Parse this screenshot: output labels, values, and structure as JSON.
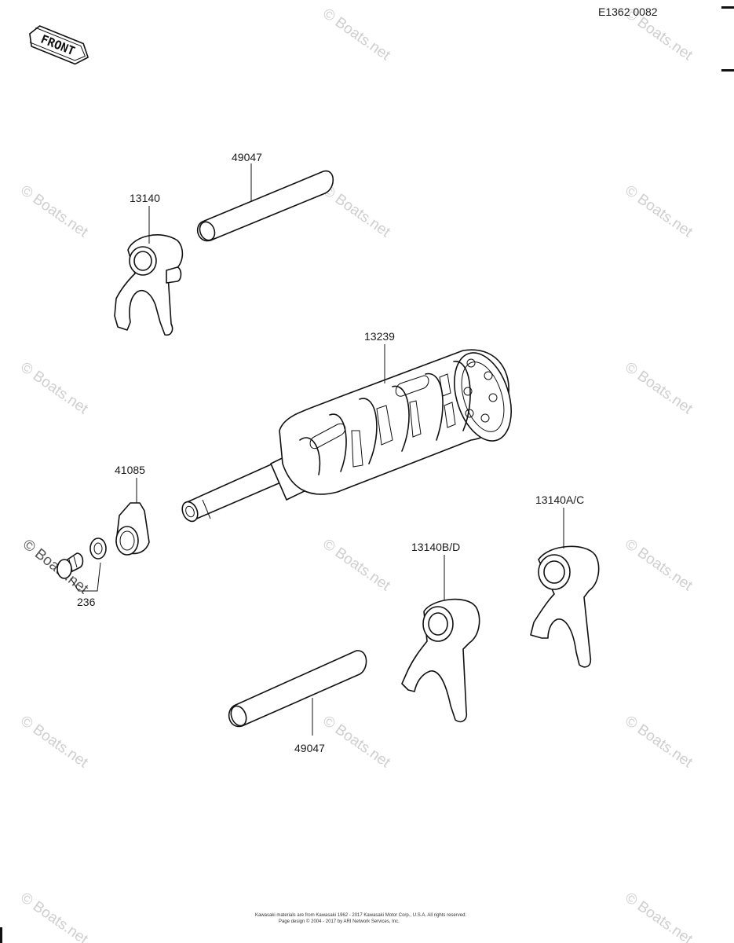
{
  "diagram_code": "E1362 0082",
  "front_badge": "FRONT",
  "watermark_text": "© Boats.net",
  "copyright_lines": [
    "Kawasaki materials are from Kawasaki 1962 - 2017 Kawasaki Motor Corp., U.S.A. All rights reserved.",
    "Page design © 2004 - 2017 by ARI Network Services, Inc."
  ],
  "parts": [
    {
      "id": "shaft-upper",
      "number": "49047"
    },
    {
      "id": "fork-upper",
      "number": "13140"
    },
    {
      "id": "drum",
      "number": "13239"
    },
    {
      "id": "stopper",
      "number": "41085"
    },
    {
      "id": "fork-right",
      "number": "13140A/C"
    },
    {
      "id": "fork-center",
      "number": "13140B/D"
    },
    {
      "id": "bolt-washer",
      "number": "236"
    },
    {
      "id": "shaft-lower",
      "number": "49047"
    }
  ]
}
